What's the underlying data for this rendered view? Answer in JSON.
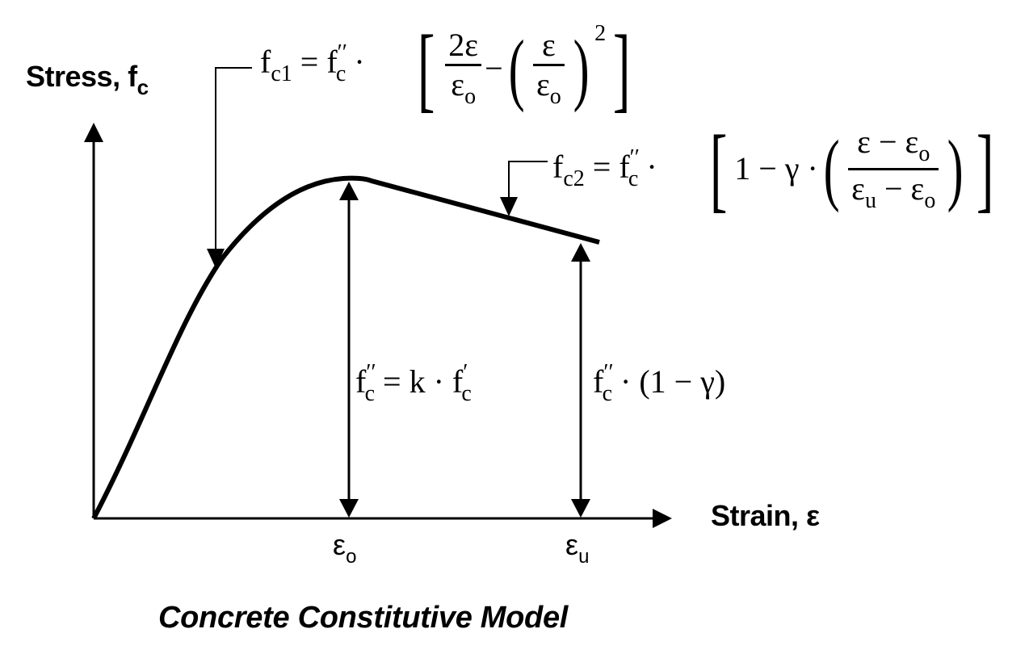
{
  "figure": {
    "caption": "Concrete Constitutive Model",
    "axes": {
      "y_label": "Stress, f",
      "y_label_sub": "c",
      "x_label": "Strain, ε"
    },
    "x_ticks": [
      {
        "main": "ε",
        "sub": "o"
      },
      {
        "main": "ε",
        "sub": "u"
      }
    ],
    "equations": {
      "fc1": {
        "lhs": "f",
        "lhs_sub": "c1",
        "eq": "=",
        "coef": "f",
        "coef_sup": "′′",
        "coef_sub": "c",
        "dot": "·",
        "frac1_num": "2ε",
        "frac1_den": "ε",
        "frac1_den_sub": "o",
        "minus": "−",
        "frac2_num": "ε",
        "frac2_den": "ε",
        "frac2_den_sub": "o",
        "exponent": "2"
      },
      "fc2": {
        "lhs": "f",
        "lhs_sub": "c2",
        "eq": "=",
        "coef": "f",
        "coef_sup": "′′",
        "coef_sub": "c",
        "dot": "·",
        "one": "1 − γ ·",
        "num": "ε − ε",
        "num_sub": "o",
        "den_a": "ε",
        "den_a_sub": "u",
        "den_b": " − ε",
        "den_b_sub": "o"
      },
      "peak": {
        "text_f": "f",
        "sup": "′′",
        "sub": "c",
        "rest": " = k · f",
        "rest_sup": "′",
        "rest_sub": "c"
      },
      "ultimate": {
        "text_f": "f",
        "sup": "′′",
        "sub": "c",
        "rest": " · (1 − γ)"
      }
    },
    "colors": {
      "line": "#000000",
      "background": "#ffffff"
    }
  }
}
